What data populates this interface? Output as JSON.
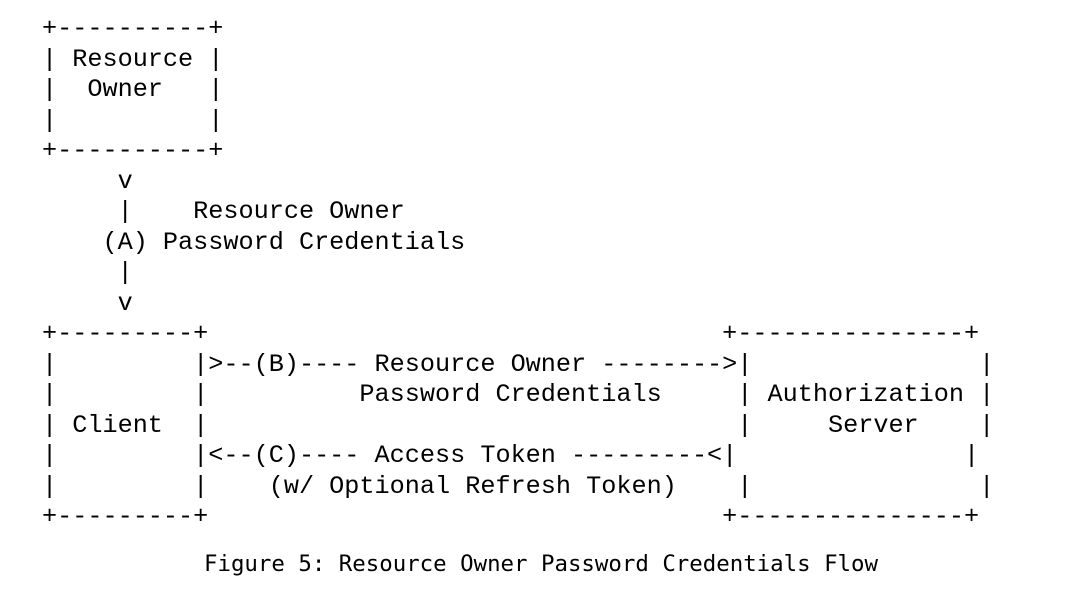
{
  "document": {
    "kind": "ascii-art-diagram",
    "figure_number": "Figure 5",
    "caption": "Figure 5: Resource Owner Password Credentials Flow",
    "background_color": "#ffffff",
    "text_color": "#000000"
  },
  "diagram": {
    "ascii": "+----------+\n| Resource |\n|  Owner   |\n|          |\n+----------+\n     v\n     |    Resource Owner\n    (A) Password Credentials\n     |\n     v\n+---------+                                  +---------------+\n|         |>--(B)---- Resource Owner -------->|               |\n|         |          Password Credentials     | Authorization |\n| Client  |                                   |     Server    |\n|         |<--(C)---- Access Token ---------<|               |\n|         |    (w/ Optional Refresh Token)    |               |\n+---------+                                  +---------------+",
    "nodes": [
      {
        "id": "resource-owner",
        "label_lines": [
          "Resource",
          "Owner"
        ],
        "box_inner_width": 10,
        "box_rows": 5
      },
      {
        "id": "client",
        "label_lines": [
          "Client"
        ],
        "box_inner_width": 9,
        "box_rows": 8
      },
      {
        "id": "authorization-server",
        "label_lines": [
          "Authorization",
          "Server"
        ],
        "box_inner_width": 15,
        "box_rows": 8
      }
    ],
    "flows": [
      {
        "step": "(A)",
        "label_lines": [
          "Resource Owner",
          "Password Credentials"
        ],
        "from": "resource-owner",
        "to": "client",
        "direction": "down",
        "arrow_glyph": "v"
      },
      {
        "step": "(B)",
        "label_lines": [
          "Resource Owner",
          "Password Credentials"
        ],
        "from": "client",
        "to": "authorization-server",
        "direction": "right",
        "arrow_glyph": ">"
      },
      {
        "step": "(C)",
        "label_lines": [
          "Access Token",
          "(w/ Optional Refresh Token)"
        ],
        "from": "authorization-server",
        "to": "client",
        "direction": "left",
        "arrow_glyph": "<"
      }
    ],
    "lines": [
      "+----------+",
      "| Resource |",
      "|  Owner   |",
      "|          |",
      "+----------+",
      "     v",
      "     |    Resource Owner",
      "    (A) Password Credentials",
      "     |",
      "     v",
      "+---------+                                  +---------------+",
      "|         |>--(B)---- Resource Owner -------->|               |",
      "|         |          Password Credentials     | Authorization |",
      "| Client  |                                   |    Server     |",
      "|         |<--(C)---- Access Token ---------<|               |",
      "|         |    (w/ Optional Refresh Token)    |               |",
      "+---------+                                  +---------------+"
    ]
  }
}
